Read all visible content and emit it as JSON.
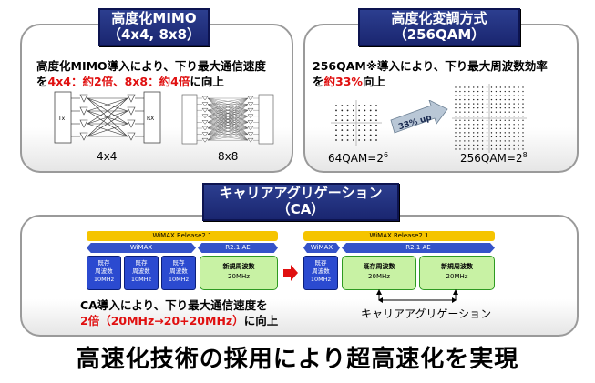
{
  "mimo": {
    "title_line1": "高度化MIMO",
    "title_line2": "（4x4, 8x8）",
    "desc_line1": "高度化MIMO導入により、下り最大通信速度",
    "desc_line2_pre": "を",
    "desc_line2_red": "4x4：約2倍、8x8：約4倍",
    "desc_line2_post": "に向上",
    "label_4x4": "4x4",
    "label_8x8": "8x8",
    "tx_label": "Tx",
    "rx_label": "RX"
  },
  "modulation": {
    "title_line1": "高度化変調方式",
    "title_line2": "（256QAM）",
    "desc_line1": "256QAM※導入により、下り最大周波数効率",
    "desc_line2_pre": "を",
    "desc_line2_red": "約33%",
    "desc_line2_post": "向上",
    "arrow_label": "33% up",
    "left_label": "64QAM=2",
    "left_exp": "6",
    "right_label": "256QAM=2",
    "right_exp": "8"
  },
  "ca": {
    "title_line1": "キャリアアグリゲーション",
    "title_line2": "（CA）",
    "release_bar": "WiMAX Release2.1",
    "wimax_bar": "WiMAX",
    "r21ae_bar": "R2.1 AE",
    "existing_line1": "既存",
    "existing_line2": "周波数",
    "existing_line3": "10MHz",
    "new_band_line1": "新規周波数",
    "new_band_line2": "20MHz",
    "existing20_line1": "既存周波数",
    "existing20_line2": "20MHz",
    "desc_line1": "CA導入により、下り最大通信速度を",
    "desc_line2_red": "2倍（20MHz→20+20MHz）",
    "desc_line2_post": "に向上",
    "ca_label": "キャリアアグリゲーション"
  },
  "footer": "高速化技術の採用により超高速化を実現"
}
